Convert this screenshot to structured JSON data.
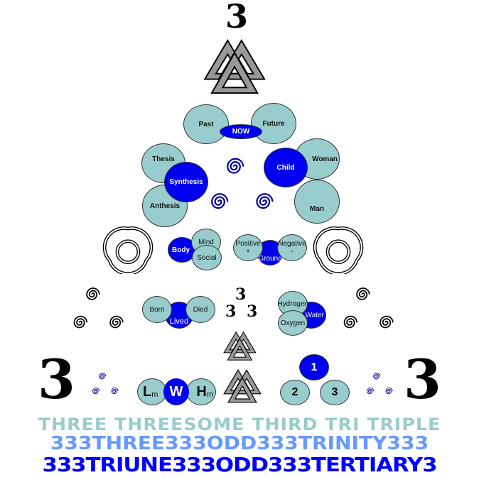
{
  "top_number": "3",
  "time": {
    "past": "Past",
    "now": "NOW",
    "future": "Future"
  },
  "dialectic": {
    "thesis": "Thesis",
    "synthesis": "Synthesis",
    "anthesis": "Anthesis"
  },
  "family": {
    "woman": "Woman",
    "child": "Child",
    "man": "Man"
  },
  "being": {
    "body": "Body",
    "mind": "Mind",
    "social": "Social"
  },
  "charge": {
    "positive": "Positive",
    "positive_sign": "+",
    "ground": "Ground",
    "negative": "Negative",
    "negative_sign": "-"
  },
  "life": {
    "born": "Born",
    "lived": "Lived",
    "died": "Died"
  },
  "center_threes": [
    "3",
    "3",
    "3"
  ],
  "water": {
    "hydrogen": "Hydrogen",
    "oxygen": "Oxygen",
    "water": "Water"
  },
  "big_threes": [
    "3",
    "3"
  ],
  "lwh": {
    "l": "L",
    "l_sub": "m",
    "w": "W",
    "h": "H",
    "h_sub": "m"
  },
  "numbers": [
    "1",
    "2",
    "3"
  ],
  "banner": {
    "line1": "THREE THREESOME THIRD TRI TRIPLE",
    "line2": "333THREE333ODD333TRINITY333",
    "line3": "333TRIUNE333ODD333TERTIARY3"
  },
  "colors": {
    "teal": "#99cccc",
    "blue": "#0000ee",
    "light_blue": "#6699ff",
    "gray": "#999999"
  }
}
